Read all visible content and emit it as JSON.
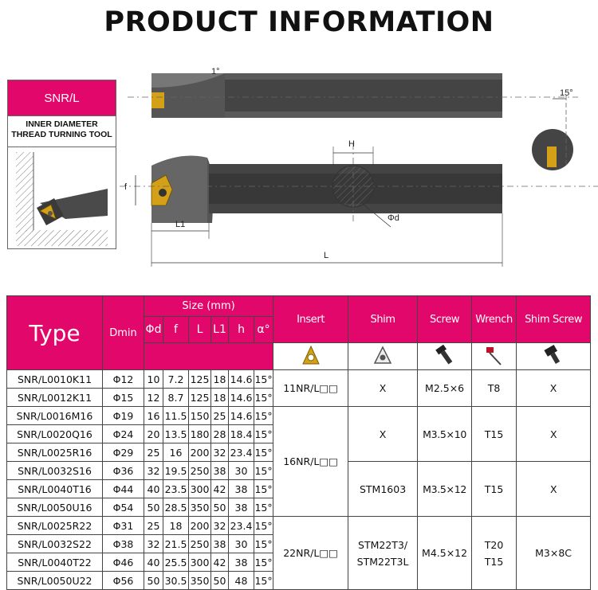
{
  "title": "PRODUCT INFORMATION",
  "tool_label": {
    "code": "SNR/L",
    "desc_line1": "INNER DIAMETER",
    "desc_line2": "THREAD TURNING TOOL"
  },
  "drawing_labels": {
    "angle_top": "1°",
    "angle_side": "15°",
    "h": "H",
    "f": "f",
    "phi_d": "Φd",
    "l1": "L1",
    "l": "L"
  },
  "table": {
    "headers": {
      "type": "Type",
      "dmin": "Dmin",
      "size": "Size (mm)",
      "size_cols": [
        "Φd",
        "f",
        "L",
        "L1",
        "h",
        "α°"
      ],
      "insert": "Insert",
      "shim": "Shim",
      "screw": "Screw",
      "wrench": "Wrench",
      "shim_screw": "Shim Screw"
    },
    "rows": [
      {
        "type": "SNR/L0010K11",
        "dmin": "Φ12",
        "d": "10",
        "f": "7.2",
        "L": "125",
        "L1": "18",
        "h": "14.6",
        "a": "15°"
      },
      {
        "type": "SNR/L0012K11",
        "dmin": "Φ15",
        "d": "12",
        "f": "8.7",
        "L": "125",
        "L1": "18",
        "h": "14.6",
        "a": "15°"
      },
      {
        "type": "SNR/L0016M16",
        "dmin": "Φ19",
        "d": "16",
        "f": "11.5",
        "L": "150",
        "L1": "25",
        "h": "14.6",
        "a": "15°"
      },
      {
        "type": "SNR/L0020Q16",
        "dmin": "Φ24",
        "d": "20",
        "f": "13.5",
        "L": "180",
        "L1": "28",
        "h": "18.4",
        "a": "15°"
      },
      {
        "type": "SNR/L0025R16",
        "dmin": "Φ29",
        "d": "25",
        "f": "16",
        "L": "200",
        "L1": "32",
        "h": "23.4",
        "a": "15°"
      },
      {
        "type": "SNR/L0032S16",
        "dmin": "Φ36",
        "d": "32",
        "f": "19.5",
        "L": "250",
        "L1": "38",
        "h": "30",
        "a": "15°"
      },
      {
        "type": "SNR/L0040T16",
        "dmin": "Φ44",
        "d": "40",
        "f": "23.5",
        "L": "300",
        "L1": "42",
        "h": "38",
        "a": "15°"
      },
      {
        "type": "SNR/L0050U16",
        "dmin": "Φ54",
        "d": "50",
        "f": "28.5",
        "L": "350",
        "L1": "50",
        "h": "38",
        "a": "15°"
      },
      {
        "type": "SNR/L0025R22",
        "dmin": "Φ31",
        "d": "25",
        "f": "18",
        "L": "200",
        "L1": "32",
        "h": "23.4",
        "a": "15°"
      },
      {
        "type": "SNR/L0032S22",
        "dmin": "Φ38",
        "d": "32",
        "f": "21.5",
        "L": "250",
        "L1": "38",
        "h": "30",
        "a": "15°"
      },
      {
        "type": "SNR/L0040T22",
        "dmin": "Φ46",
        "d": "40",
        "f": "25.5",
        "L": "300",
        "L1": "42",
        "h": "38",
        "a": "15°"
      },
      {
        "type": "SNR/L0050U22",
        "dmin": "Φ56",
        "d": "50",
        "f": "30.5",
        "L": "350",
        "L1": "50",
        "h": "48",
        "a": "15°"
      }
    ],
    "groups": {
      "g11": {
        "insert": "11NR/L□□",
        "shim": "X",
        "screw": "M2.5×6",
        "wrench": "T8",
        "shim_screw": "X"
      },
      "g16": {
        "insert": "16NR/L□□",
        "shim_a": "X",
        "screw_a": "M3.5×10",
        "wrench_a": "T15",
        "shim_screw_a": "X",
        "shim_b": "STM1603",
        "screw_b": "M3.5×12",
        "wrench_b": "T15",
        "shim_screw_b": "X"
      },
      "g22": {
        "insert": "22NR/L□□",
        "shim_1": "STM22T3/",
        "shim_2": "STM22T3L",
        "screw": "M4.5×12",
        "wrench_1": "T20",
        "wrench_2": "T15",
        "shim_screw": "M3×8C"
      }
    }
  },
  "colors": {
    "accent": "#e2076a",
    "insert_gold": "#d4a017",
    "tool_dark": "#3a3a3a"
  },
  "icons": [
    "insert-icon",
    "shim-icon",
    "screw-icon",
    "wrench-icon",
    "shim-screw-icon"
  ]
}
